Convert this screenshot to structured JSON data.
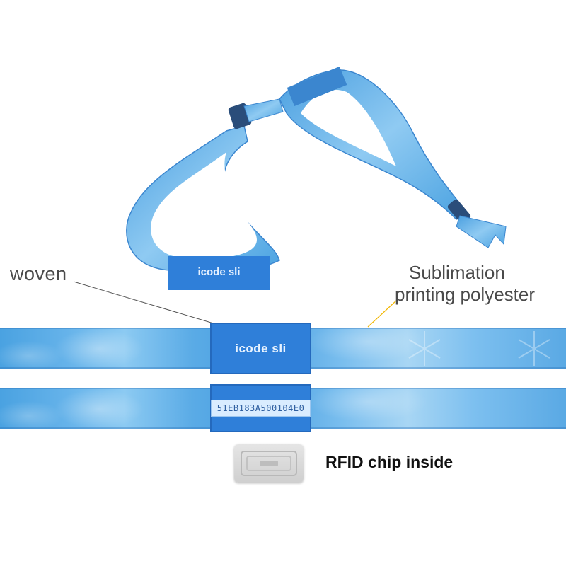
{
  "labels": {
    "woven": "woven",
    "sublimation_line1": "Sublimation",
    "sublimation_line2": "printing polyester",
    "rfid": "RFID chip inside"
  },
  "wristband": {
    "woven_label_text": "icode sli",
    "loop_label_text": "icode sli",
    "serial_code": "51EB183A500104E0"
  },
  "colors": {
    "band_blue": "#5aabe6",
    "woven_blue": "#2f7fd9",
    "text_gray": "#4a4a4a",
    "leader_woven": "#555555",
    "leader_sublimation": "#f2b705"
  }
}
